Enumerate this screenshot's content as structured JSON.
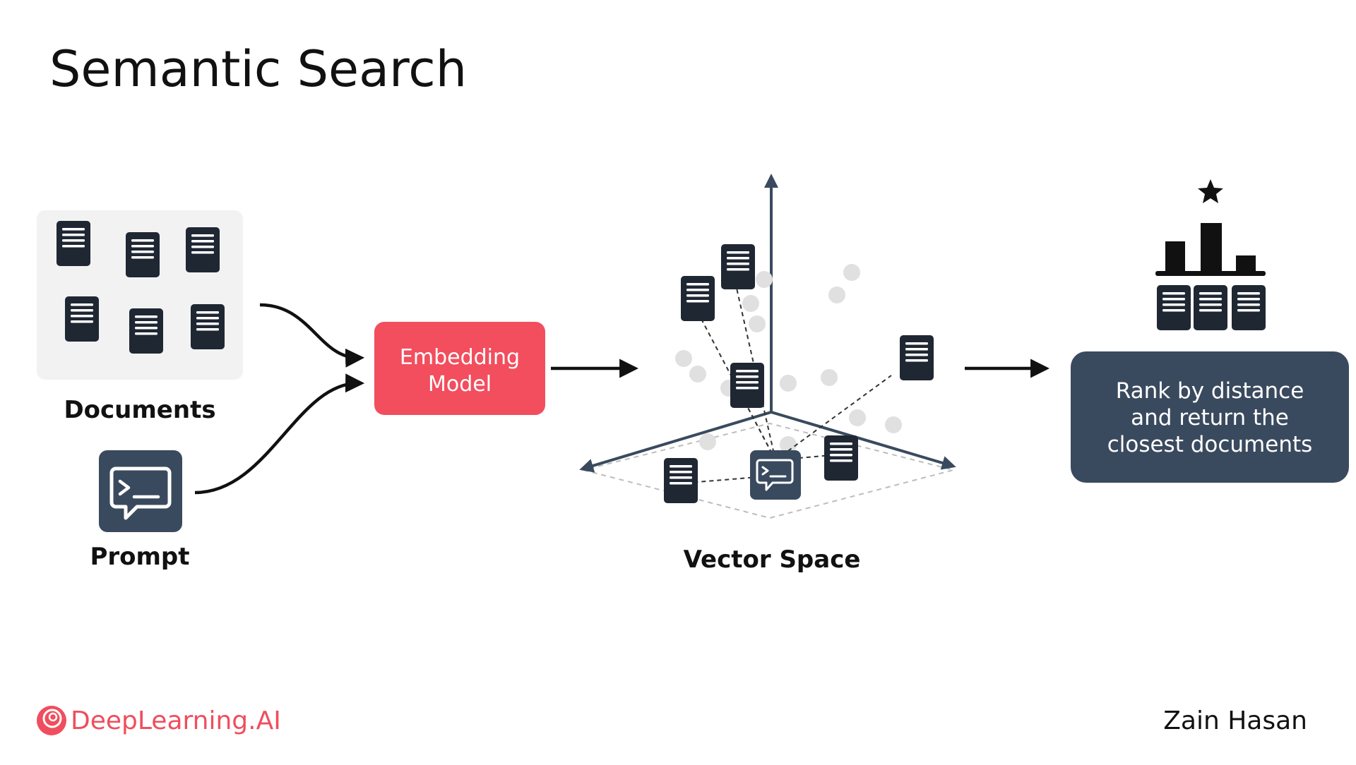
{
  "title": "Semantic Search",
  "documents_label": "Documents",
  "prompt_label": "Prompt",
  "embedding_box": {
    "line1": "Embedding",
    "line2": "Model"
  },
  "vector_space_label": "Vector Space",
  "rank_box": {
    "line1": "Rank by distance",
    "line2": "and return the",
    "line3": "closest documents"
  },
  "footer": {
    "brand": "DeepLearning.AI",
    "author": "Zain Hasan"
  },
  "icons": {
    "document": "document-icon",
    "prompt": "prompt-terminal-icon",
    "ranking": "bar-chart-star-icon",
    "brand": "deeplearning-logo-icon"
  },
  "colors": {
    "accent_red": "#f24e5e",
    "dark_slate": "#3a4a5e",
    "doc_dark": "#1f2733",
    "panel_gray": "#f2f2f2",
    "dot_gray": "#e0e0e0",
    "brand_red": "#f04e5e"
  }
}
